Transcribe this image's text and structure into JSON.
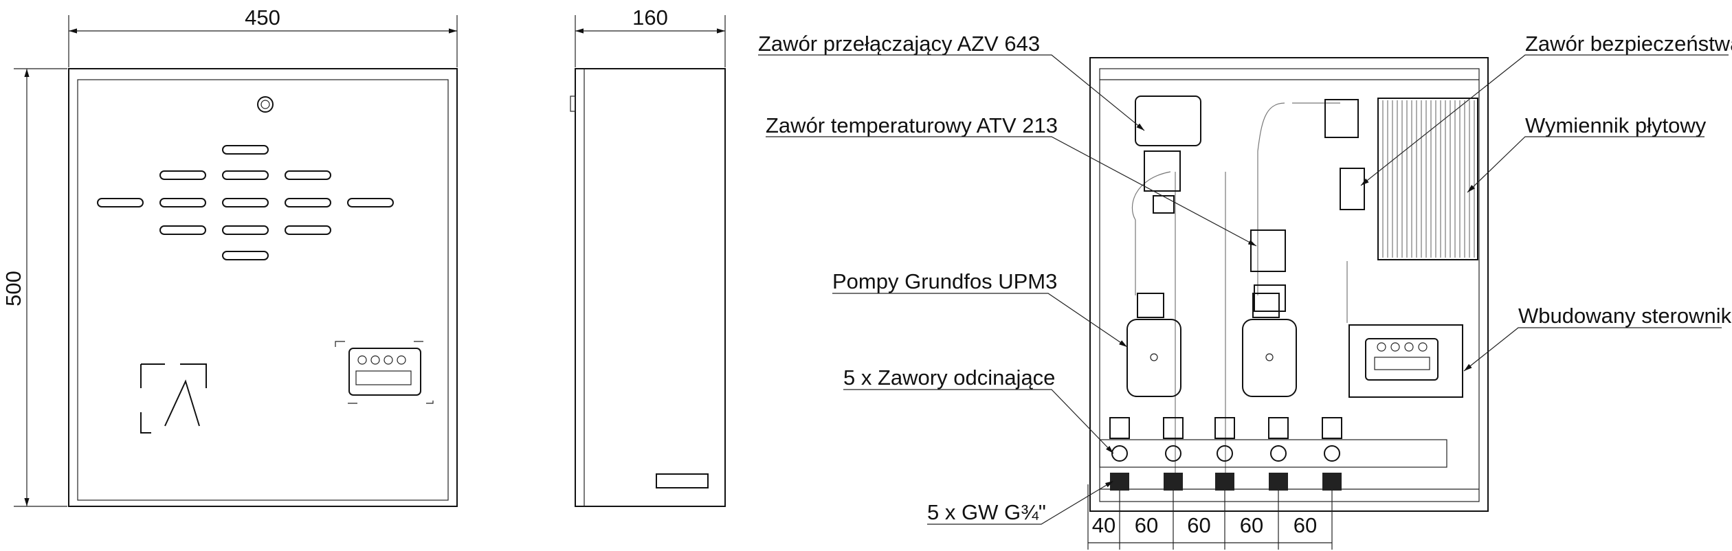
{
  "front_view": {
    "width_dim": "450",
    "height_dim": "500"
  },
  "side_view": {
    "depth_dim": "160"
  },
  "section_view": {
    "labels_left": [
      {
        "text": "Zawór przełączający AZV 643"
      },
      {
        "text": "Zawór temperaturowy ATV 213"
      },
      {
        "text": "Pompy Grundfos UPM3"
      },
      {
        "text": "5 x Zawory odcinające"
      },
      {
        "text": "5 x GW G¾\""
      }
    ],
    "labels_right": [
      {
        "text": "Zawór bezpieczeństwa"
      },
      {
        "text": "Wymiennik płytowy"
      },
      {
        "text": "Wbudowany sterownik"
      }
    ],
    "bottom_dims": [
      "40",
      "60",
      "60",
      "60",
      "60"
    ]
  }
}
